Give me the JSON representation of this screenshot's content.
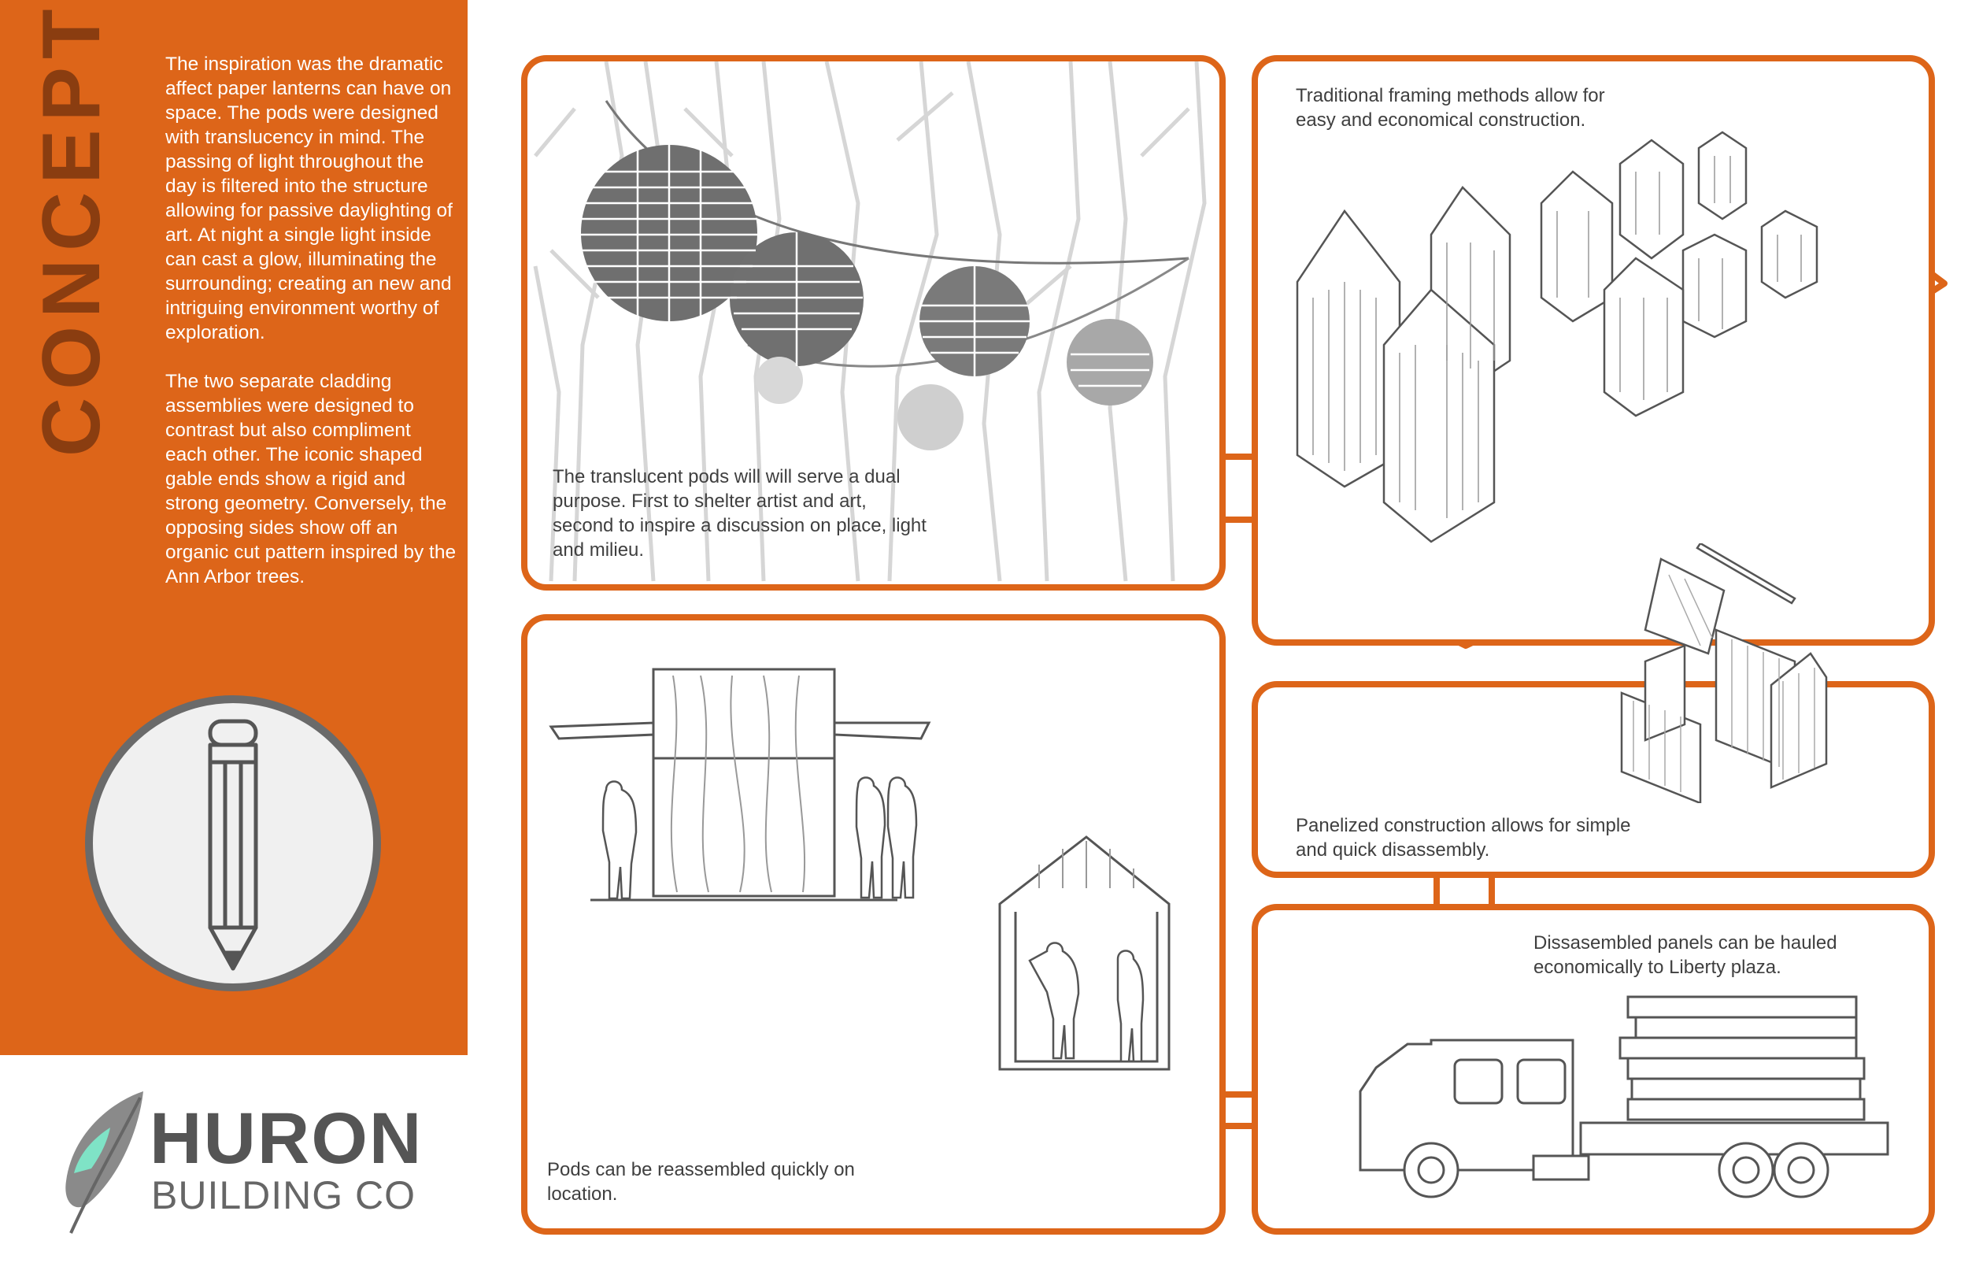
{
  "sidebar": {
    "title": "CONCEPT",
    "paragraph_1": "The inspiration was the dramatic affect paper lanterns can have on space. The pods were designed with translucency in mind. The passing of light throughout the day is filtered into the structure allowing for passive daylighting of art.  At night a single light inside can cast a glow, illuminating the surrounding; creating an new and intriguing environment worthy of exploration.",
    "paragraph_2": "The two separate cladding assemblies were designed to contrast but also compliment each other.  The iconic shaped gable ends show a rigid and strong geometry. Conversely, the opposing sides show off an organic cut pattern inspired by  the Ann Arbor trees.",
    "badge_icon": "pencil-icon",
    "accent_color": "#dd6519"
  },
  "logo": {
    "name": "HURON",
    "subtitle": "BUILDING CO",
    "icon": "feather-icon",
    "feather_color": "#7fe3c6"
  },
  "panels": {
    "lanterns": "The translucent pods will will serve a dual purpose.  First to shelter artist and art, second to inspire a discussion on place, light and milieu.",
    "framing": "Traditional framing methods allow for easy and economical construction.",
    "panelized": "Panelized construction allows for simple and quick disassembly.",
    "hauling": "Dissasembled panels can be hauled economically to Liberty plaza.",
    "reassembly": "Pods can be reassembled quickly on location."
  }
}
